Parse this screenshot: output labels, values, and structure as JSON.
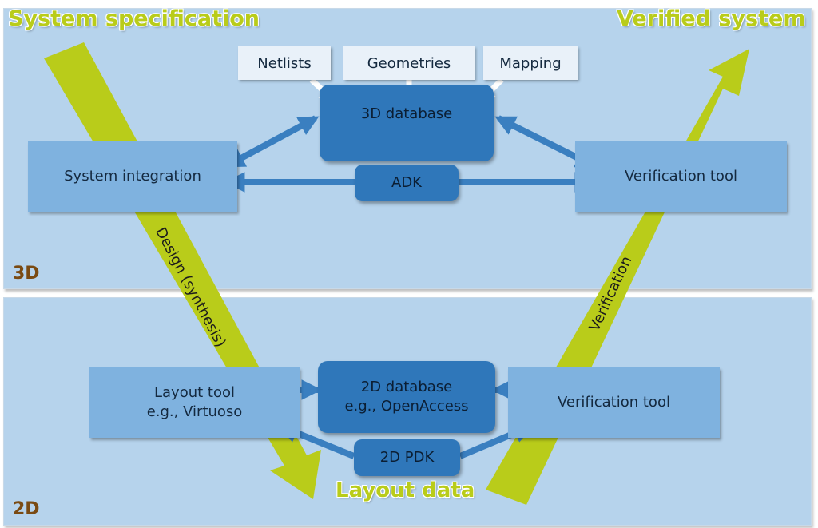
{
  "colors": {
    "panel_bg": "#b6d3ec",
    "box_light": "#7fb2df",
    "box_dark": "#2f77ba",
    "box_input": "#e9f1f9",
    "flow_arrow": "#b9cc1a",
    "connector": "#3a7fc0",
    "layer_label": "#7a4a12"
  },
  "titles": {
    "top_left": "System specification",
    "top_right": "Verified system",
    "bottom_center": "Layout data"
  },
  "layers": {
    "upper": "3D",
    "lower": "2D"
  },
  "flow": {
    "down_label": "Design (synthesis)",
    "up_label": "Verification"
  },
  "layer_3d": {
    "inputs": [
      "Netlists",
      "Geometries",
      "Mapping"
    ],
    "database": "3D database",
    "kit": "ADK",
    "left_box": "System integration",
    "right_box": "Verification tool"
  },
  "layer_2d": {
    "left_box": {
      "line1": "Layout tool",
      "line2": "e.g., Virtuoso"
    },
    "database": {
      "line1": "2D database",
      "line2": "e.g., OpenAccess"
    },
    "kit": "2D PDK",
    "right_box": "Verification tool"
  }
}
